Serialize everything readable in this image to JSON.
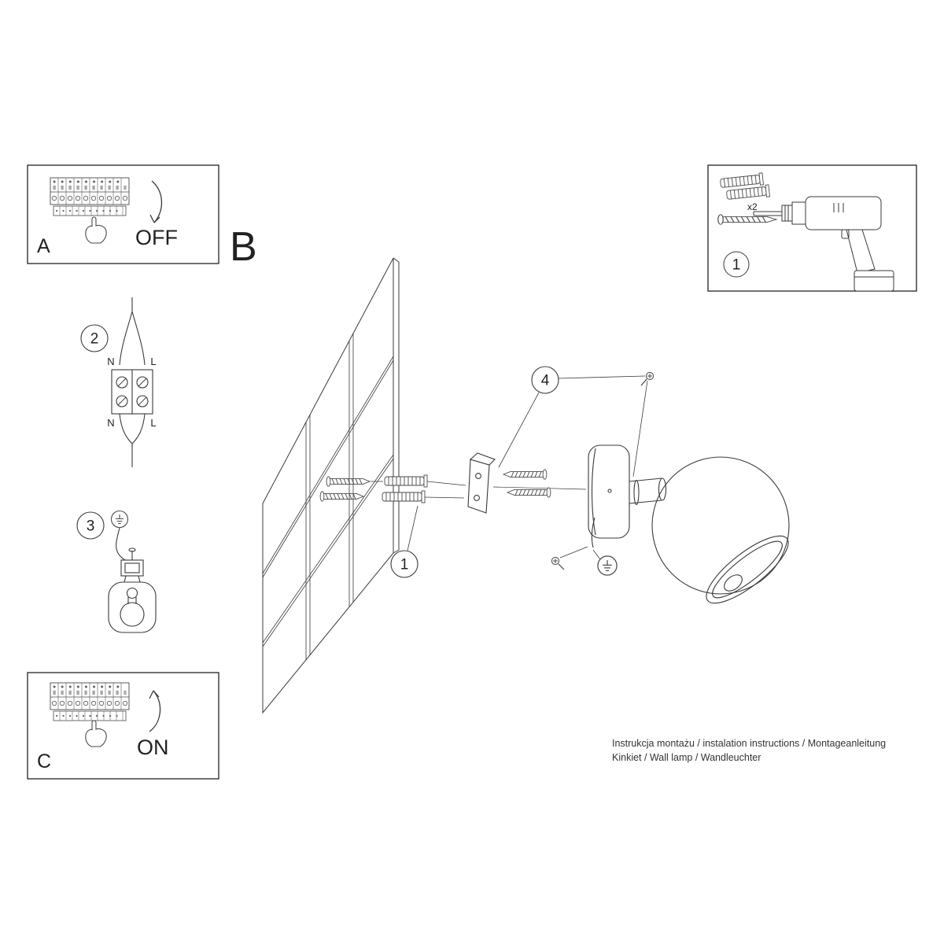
{
  "colors": {
    "ink": "#3a3a3a",
    "paper": "#ffffff"
  },
  "panel_a": {
    "label": "A",
    "switch_state": "OFF"
  },
  "panel_b": {
    "label": "B"
  },
  "panel_c": {
    "label": "C",
    "switch_state": "ON"
  },
  "parts_box": {
    "step_number": "1",
    "anchor_quantity": "x2"
  },
  "wiring_step": {
    "number": "2",
    "terminals": {
      "top_neutral": "N",
      "top_live": "L",
      "bottom_neutral": "N",
      "bottom_live": "L"
    }
  },
  "ground_step": {
    "number": "3"
  },
  "mounting": {
    "anchors_step": "1",
    "screws_step": "4"
  },
  "footer": {
    "line1": "Instrukcja montażu / instalation instructions / Montageanleitung",
    "line2": "Kinkiet / Wall lamp / Wandleuchter"
  }
}
